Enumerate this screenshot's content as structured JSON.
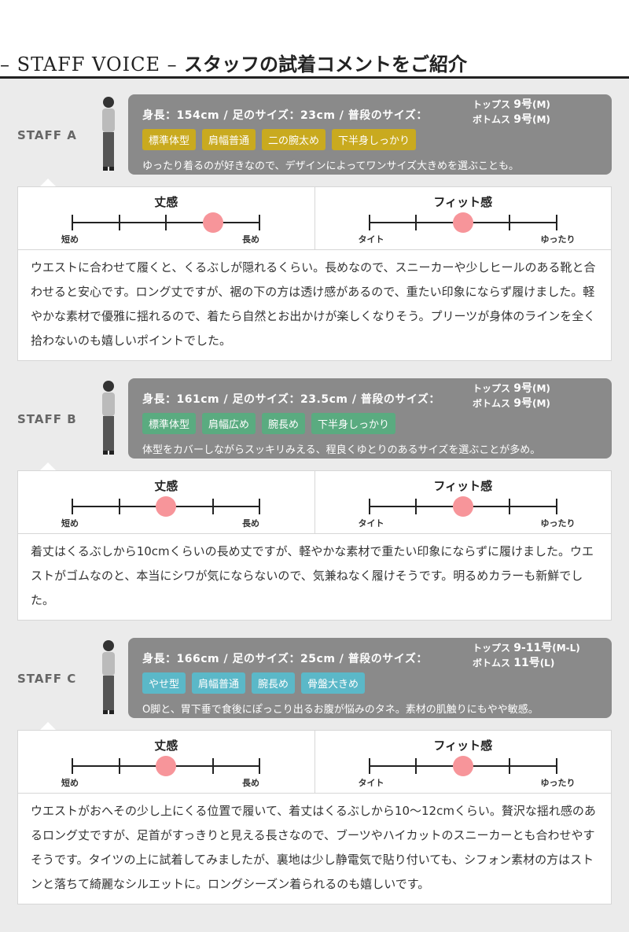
{
  "header": {
    "title_en": "– STAFF VOICE –",
    "title_ja": "スタッフの試着コメントをご紹介"
  },
  "colors": {
    "yellow": "#c9aa1f",
    "green": "#5aab80",
    "teal": "#5bb8c8"
  },
  "scale_titles": {
    "length": "丈感",
    "fit": "フィット感"
  },
  "scale_labels": {
    "length_min": "短め",
    "length_max": "長め",
    "fit_min": "タイト",
    "fit_max": "ゆったり"
  },
  "staff": [
    {
      "name": "STAFF A",
      "stats": "身長：154cm / 足のサイズ：23cm / 普段のサイズ：",
      "tops": "トップス",
      "tops_size": "9号",
      "tops_letter": "(M)",
      "bottoms": "ボトムス",
      "bottoms_size": "9号",
      "bottoms_letter": "(M)",
      "tag_color": "yellow",
      "tags": [
        "標準体型",
        "肩幅普通",
        "二の腕太め",
        "下半身しっかり"
      ],
      "desc": "ゆったり着るのが好きなので、デザインによってワンサイズ大きめを選ぶことも。",
      "length_level": 3,
      "fit_level": 2,
      "comment": "ウエストに合わせて履くと、くるぶしが隠れるくらい。長めなので、スニーカーや少しヒールのある靴と合わせると安心です。ロング丈ですが、裾の下の方は透け感があるので、重たい印象にならず履けました。軽やかな素材で優雅に揺れるので、着たら自然とお出かけが楽しくなりそう。プリーツが身体のラインを全く拾わないのも嬉しいポイントでした。"
    },
    {
      "name": "STAFF B",
      "stats": "身長：161cm / 足のサイズ：23.5cm / 普段のサイズ：",
      "tops": "トップス",
      "tops_size": "9号",
      "tops_letter": "(M)",
      "bottoms": "ボトムス",
      "bottoms_size": "9号",
      "bottoms_letter": "(M)",
      "tag_color": "green",
      "tags": [
        "標準体型",
        "肩幅広め",
        "腕長め",
        "下半身しっかり"
      ],
      "desc": "体型をカバーしながらスッキリみえる、程良くゆとりのあるサイズを選ぶことが多め。",
      "length_level": 2,
      "fit_level": 2,
      "comment": "着丈はくるぶしから10cmくらいの長め丈ですが、軽やかな素材で重たい印象にならずに履けました。ウエストがゴムなのと、本当にシワが気にならないので、気兼ねなく履けそうです。明るめカラーも新鮮でした。"
    },
    {
      "name": "STAFF C",
      "stats": "身長：166cm / 足のサイズ：25cm / 普段のサイズ：",
      "tops": "トップス",
      "tops_size": "9-11号",
      "tops_letter": "(M-L)",
      "bottoms": "ボトムス",
      "bottoms_size": "11号",
      "bottoms_letter": "(L)",
      "tag_color": "teal",
      "tags": [
        "やせ型",
        "肩幅普通",
        "腕長め",
        "骨盤大きめ"
      ],
      "desc": "O脚と、胃下垂で食後にぽっこり出るお腹が悩みのタネ。素材の肌触りにもやや敏感。",
      "length_level": 2,
      "fit_level": 2,
      "comment": "ウエストがおへその少し上にくる位置で履いて、着丈はくるぶしから10〜12cmくらい。贅沢な揺れ感のあるロング丈ですが、足首がすっきりと見える長さなので、ブーツやハイカットのスニーカーとも合わせやすそうです。タイツの上に試着してみましたが、裏地は少し静電気で貼り付いても、シフォン素材の方はストンと落ちて綺麗なシルエットに。ロングシーズン着られるのも嬉しいです。"
    }
  ]
}
